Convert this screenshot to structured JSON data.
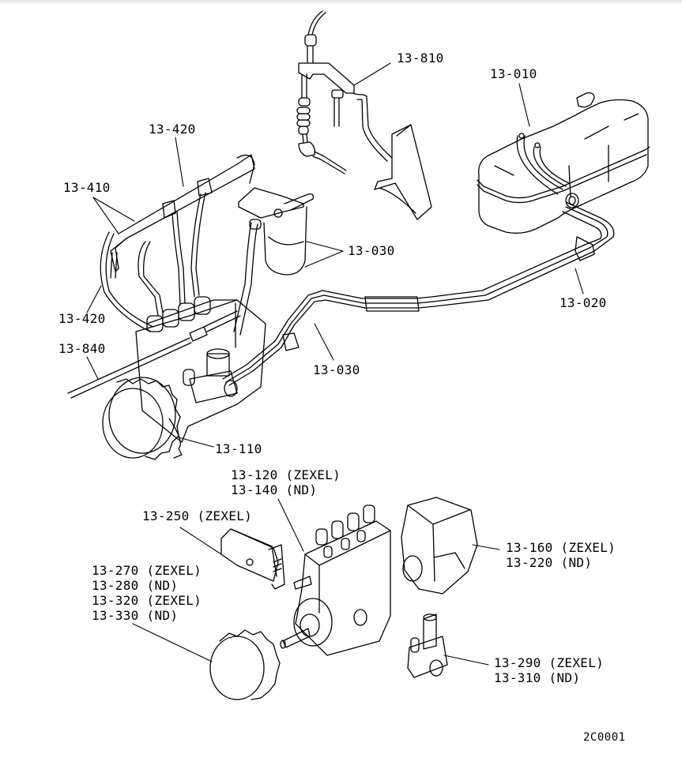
{
  "diagram": {
    "title": "Fuel system parts diagram",
    "drawing_code": "2C0001",
    "labels": {
      "accel_cable": "13-810",
      "fuel_tank": "13-010",
      "injection_pipes": "13-420",
      "injection_nozzles": "13-410",
      "fuel_filter_hoses": "13-030",
      "leak_off_pipe": "13-420",
      "stop_cable": "13-840",
      "fuel_line_tank": "13-020",
      "fuel_line_pump": "13-030",
      "pump_gear": "13-110",
      "injection_pump": [
        "13-120 (ZEXEL)",
        "13-140 (ND)"
      ],
      "pump_part_250": [
        "13-250 (ZEXEL)"
      ],
      "gear_parts": [
        "13-270 (ZEXEL)",
        "13-280 (ND)",
        "13-320 (ZEXEL)",
        "13-330 (ND)"
      ],
      "governor": [
        "13-160 (ZEXEL)",
        "13-220 (ND)"
      ],
      "feed_pump": [
        "13-290 (ZEXEL)",
        "13-310 (ND)"
      ]
    }
  }
}
